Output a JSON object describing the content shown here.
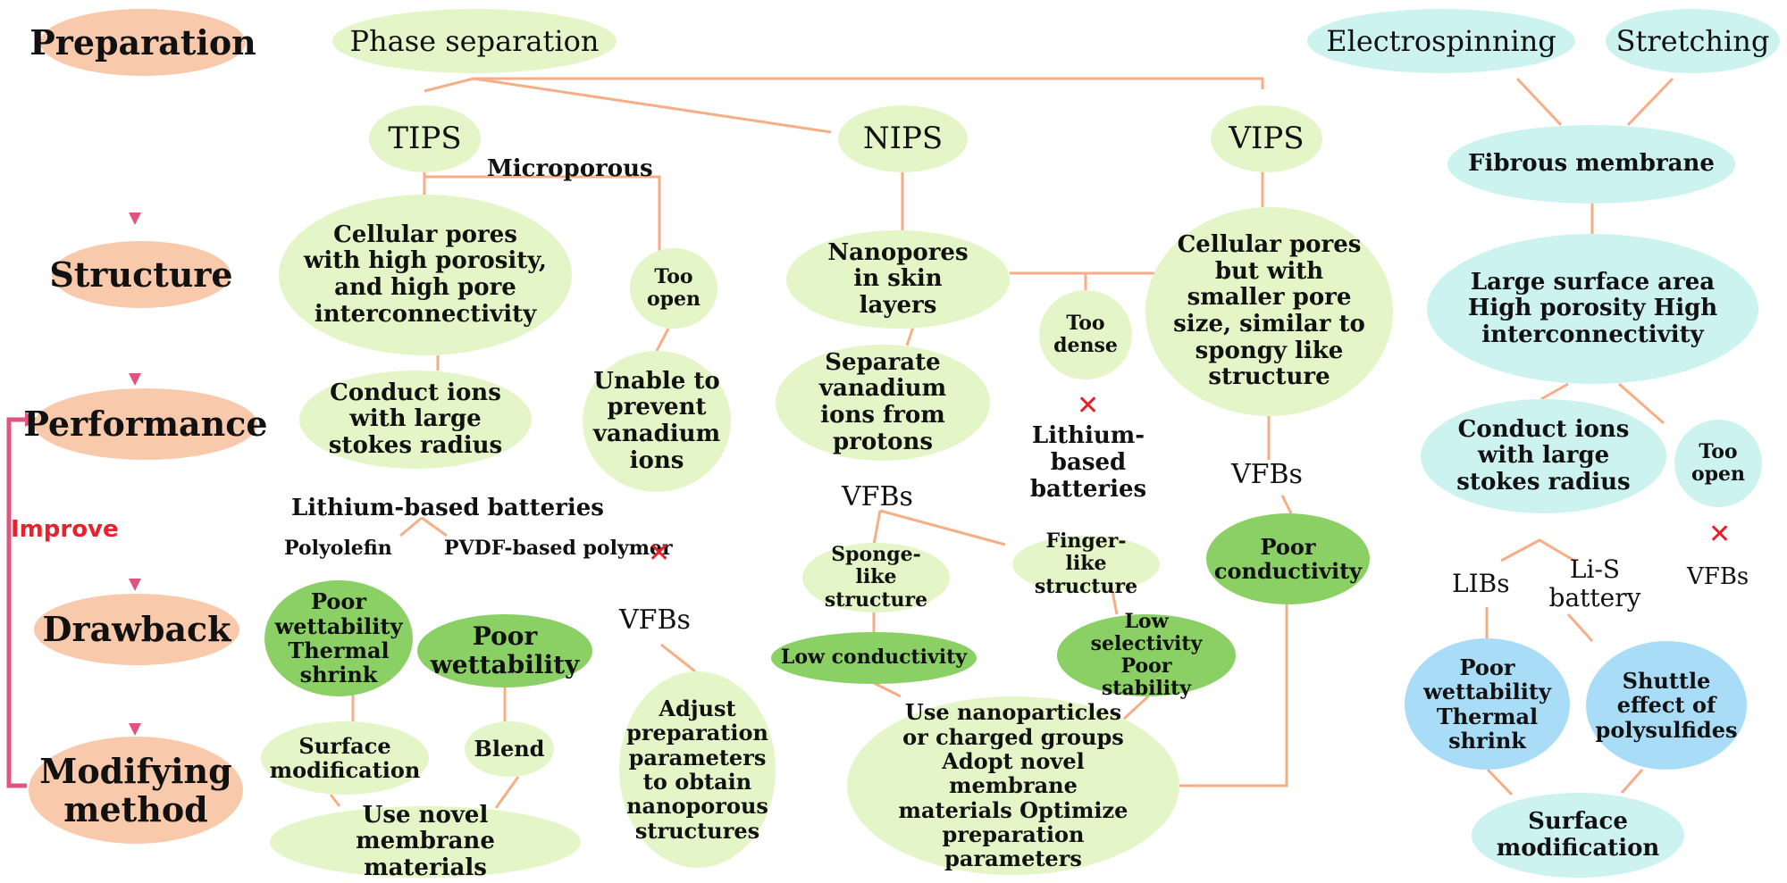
{
  "colors": {
    "connector": "#f6ae86",
    "stage_arrow": "#e05580",
    "stage_fill": "#f9c9ac",
    "light_green": "#e4f6c8",
    "dark_green": "#8bd065",
    "cyan": "#ccf3f0",
    "blue": "#a9dcf7",
    "cross": "#ee1c24",
    "improve_text": "#e8212c"
  },
  "stages": [
    "Preparation",
    "Structure",
    "Performance",
    "Drawback",
    "Modifying method"
  ],
  "improve_label": "Improve",
  "methods": {
    "phase_separation": "Phase separation",
    "electrospinning": "Electrospinning",
    "stretching": "Stretching",
    "tips": "TIPS",
    "nips": "NIPS",
    "vips": "VIPS"
  },
  "tips": {
    "microporous": "Microporous",
    "cellular": "Cellular pores with high porosity, and high pore interconnectivity",
    "too_open": "Too open",
    "conduct": "Conduct ions with large stokes radius",
    "unable": "Unable to prevent vanadium ions",
    "lithium": "Lithium-based batteries",
    "polyolefin": "Polyolefin",
    "pvdf": "PVDF-based polymer",
    "poor_wet_shrink": "Poor wettability Thermal shrink",
    "poor_wet": "Poor wettability",
    "vfbs": "VFBs",
    "surface_mod": "Surface modification",
    "blend": "Blend",
    "novel": "Use novel membrane materials",
    "adjust": "Adjust preparation parameters to obtain nanoporous structures"
  },
  "nips": {
    "nanopores": "Nanopores in skin layers",
    "too_dense": "Too dense",
    "separate": "Separate vanadium ions from protons",
    "lithium": "Lithium-based batteries",
    "vfbs": "VFBs",
    "sponge": "Sponge-like structure",
    "finger": "Finger-like structure",
    "low_cond": "Low conductivity",
    "low_sel": "Low selectivity Poor stability",
    "use_nano": "Use nanoparticles or charged groups Adopt novel membrane materials Optimize preparation parameters"
  },
  "vips": {
    "cellular": "Cellular pores but with smaller pore size, similar to spongy like structure",
    "vfbs": "VFBs",
    "poor_cond": "Poor conductivity"
  },
  "fibrous": {
    "membrane": "Fibrous membrane",
    "properties": "Large surface area High porosity High interconnectivity",
    "conduct": "Conduct ions with large stokes radius",
    "too_open": "Too open",
    "libs": "LIBs",
    "lis": "Li-S battery",
    "vfbs": "VFBs",
    "poor_wet": "Poor wettability Thermal shrink",
    "shuttle": "Shuttle effect of polysulfides",
    "surface_mod": "Surface modification"
  }
}
